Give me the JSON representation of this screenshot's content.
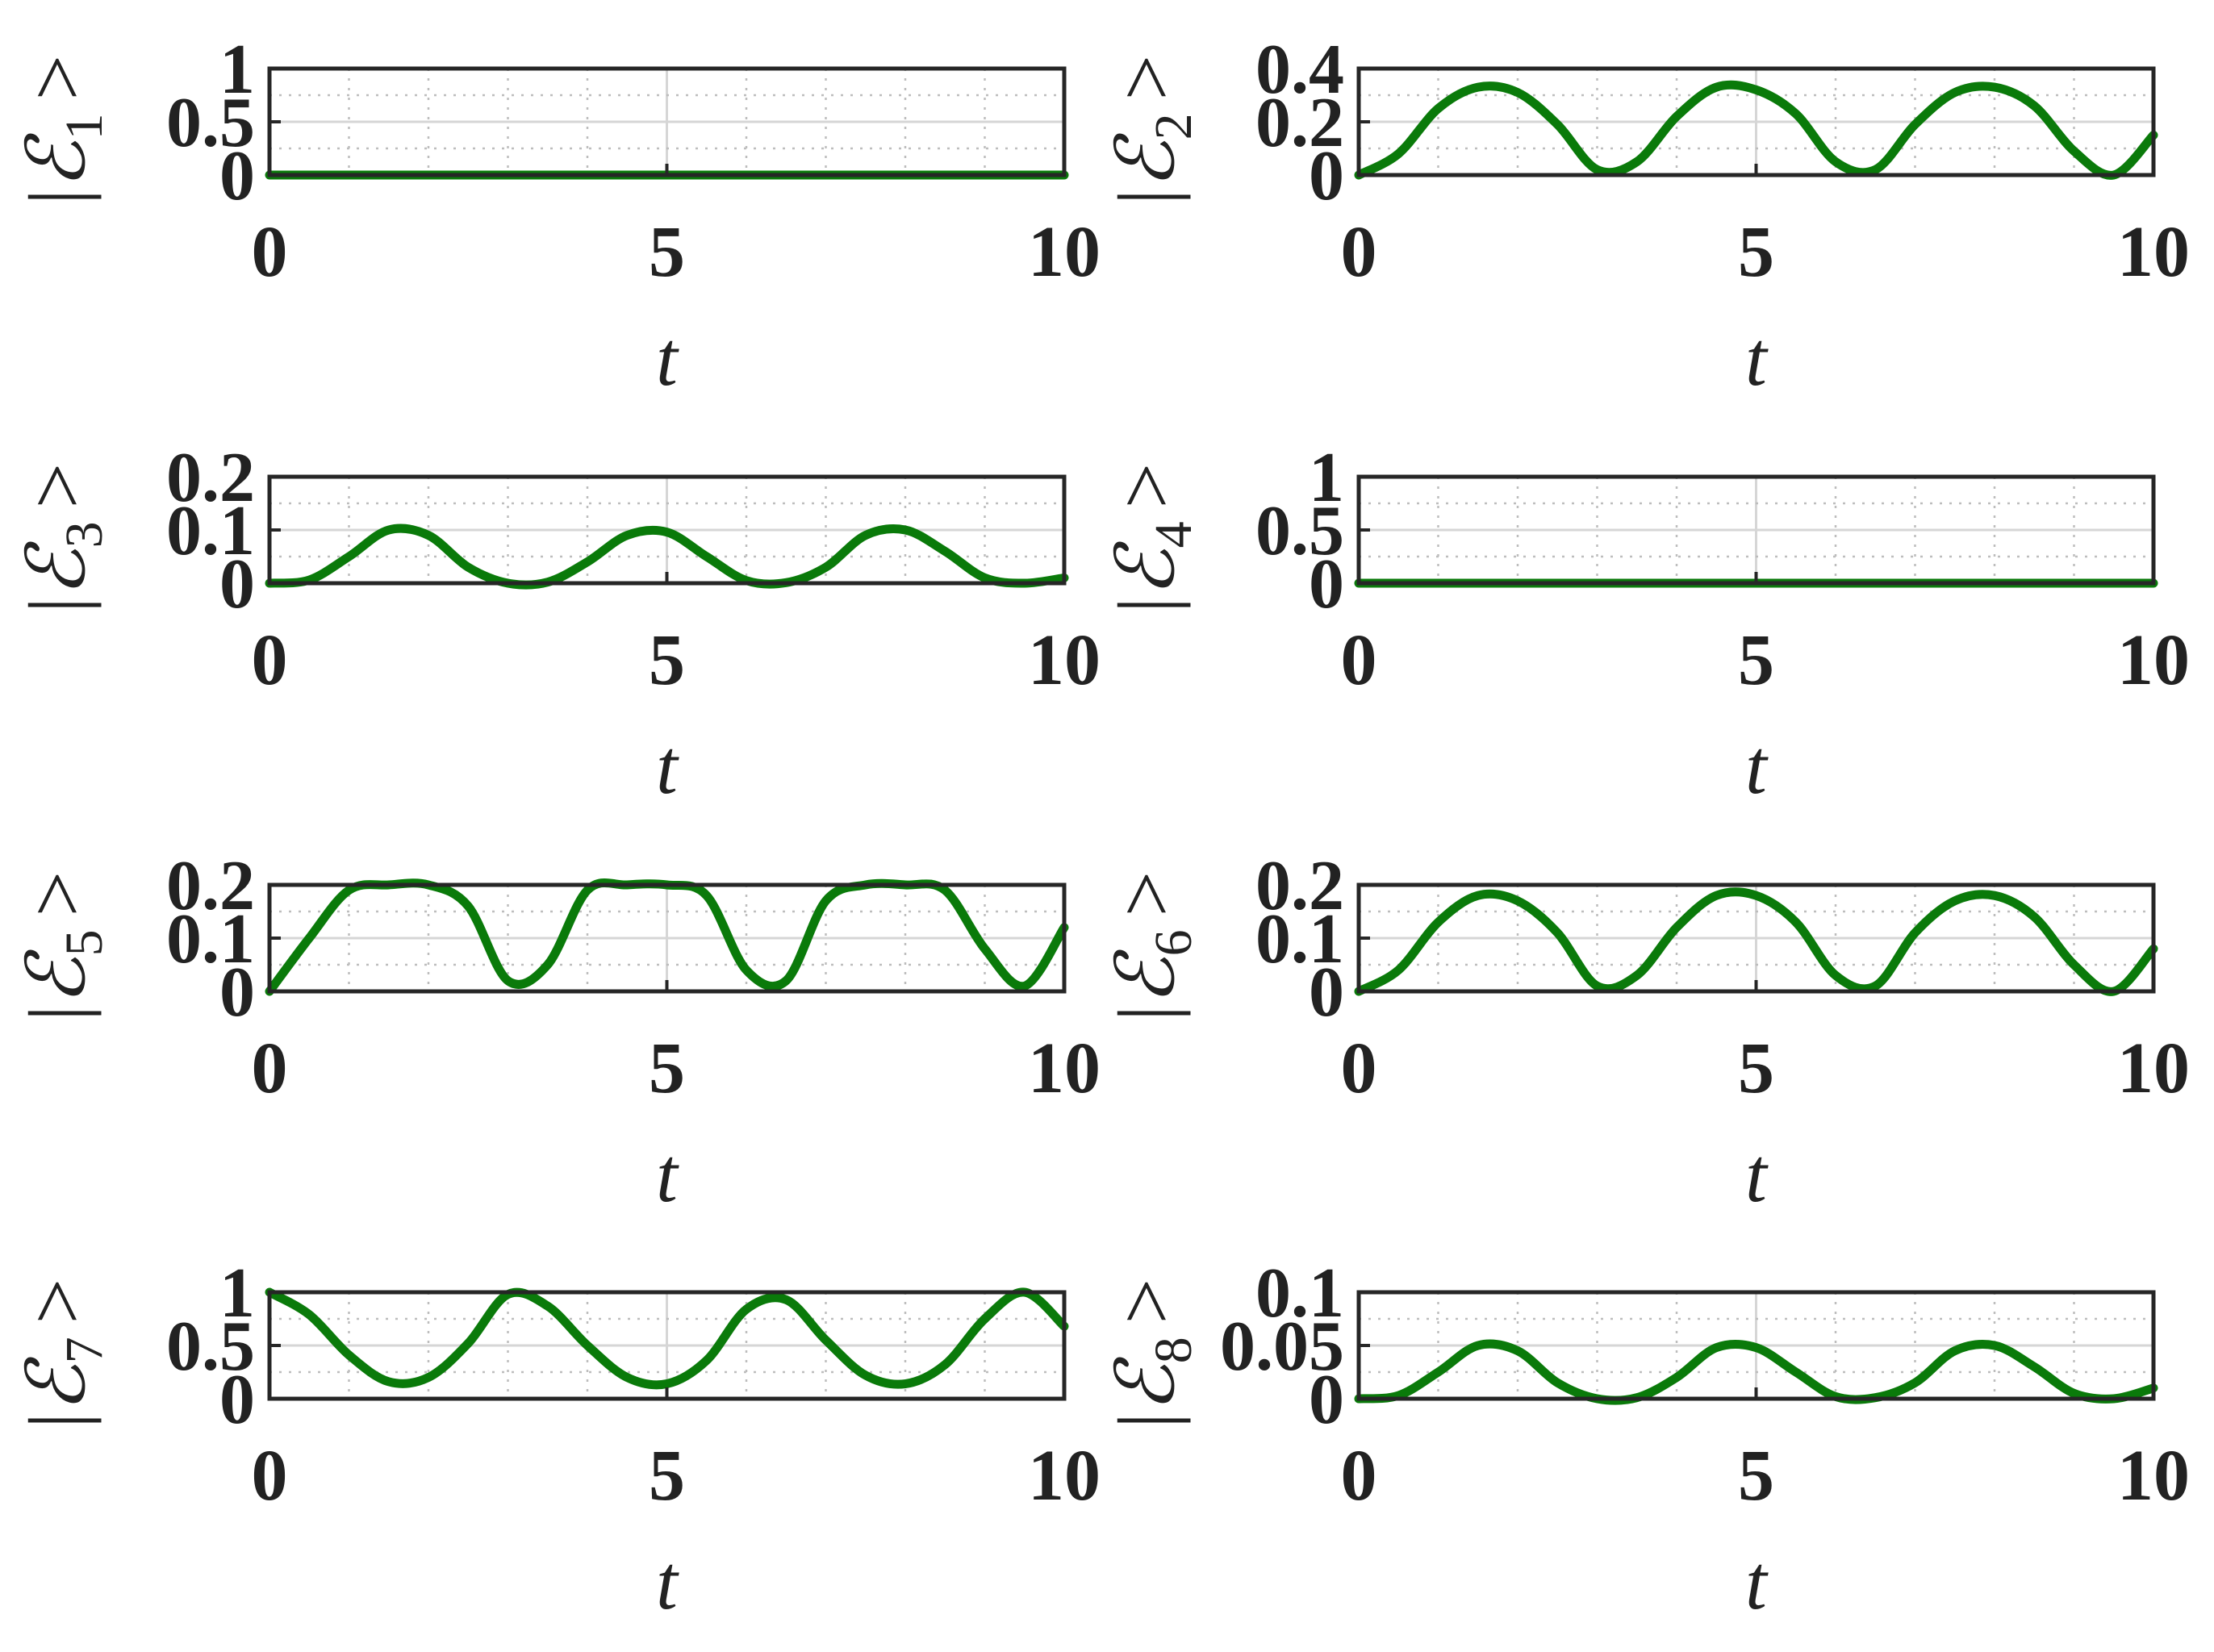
{
  "chart_data": [
    {
      "type": "line",
      "xlabel": "t",
      "ylabel": {
        "prefix": "|",
        "symbol": "ℰ",
        "sub": "1",
        "suffix": ">"
      },
      "xlim": [
        0,
        10
      ],
      "ylim": [
        0,
        1
      ],
      "yticks": [
        0,
        0.5,
        1
      ],
      "ytick_labels": [
        "0",
        "0.5",
        "1"
      ],
      "xticks": [
        0,
        5,
        10
      ],
      "xtick_labels": [
        "0",
        "5",
        "10"
      ],
      "color": "#0a7a0a",
      "grid": true,
      "series": [
        {
          "x": [
            0,
            1,
            2,
            3,
            4,
            5,
            6,
            7,
            8,
            9,
            10
          ],
          "y": [
            0,
            0,
            0,
            0,
            0,
            0,
            0,
            0,
            0,
            0,
            0
          ]
        }
      ]
    },
    {
      "type": "line",
      "xlabel": "t",
      "ylabel": {
        "prefix": "|",
        "symbol": "ℰ",
        "sub": "2",
        "suffix": ">"
      },
      "xlim": [
        0,
        10
      ],
      "ylim": [
        0,
        0.4
      ],
      "yticks": [
        0,
        0.2,
        0.4
      ],
      "ytick_labels": [
        "0",
        "0.2",
        "0.4"
      ],
      "xticks": [
        0,
        5,
        10
      ],
      "xtick_labels": [
        "0",
        "5",
        "10"
      ],
      "color": "#0a7a0a",
      "grid": true,
      "series": [
        {
          "x": [
            0,
            0.5,
            1,
            1.5,
            2,
            2.5,
            3,
            3.5,
            4,
            4.5,
            5,
            5.5,
            6,
            6.5,
            7,
            7.5,
            8,
            8.5,
            9,
            9.5,
            10
          ],
          "y": [
            0,
            0.08,
            0.25,
            0.33,
            0.31,
            0.19,
            0.02,
            0.05,
            0.22,
            0.33,
            0.32,
            0.23,
            0.05,
            0.02,
            0.19,
            0.31,
            0.33,
            0.26,
            0.09,
            0.0,
            0.15
          ]
        }
      ]
    },
    {
      "type": "line",
      "xlabel": "t",
      "ylabel": {
        "prefix": "|",
        "symbol": "ℰ",
        "sub": "3",
        "suffix": ">"
      },
      "xlim": [
        0,
        10
      ],
      "ylim": [
        0,
        0.2
      ],
      "yticks": [
        0,
        0.1,
        0.2
      ],
      "ytick_labels": [
        "0",
        "0.1",
        "0.2"
      ],
      "xticks": [
        0,
        5,
        10
      ],
      "xtick_labels": [
        "0",
        "5",
        "10"
      ],
      "color": "#0a7a0a",
      "grid": true,
      "series": [
        {
          "x": [
            0,
            0.5,
            1,
            1.5,
            2,
            2.5,
            3,
            3.5,
            4,
            4.5,
            5,
            5.5,
            6,
            6.5,
            7,
            7.5,
            8,
            8.5,
            9,
            9.5,
            10
          ],
          "y": [
            0,
            0.006,
            0.05,
            0.1,
            0.09,
            0.03,
            0,
            0.002,
            0.04,
            0.09,
            0.096,
            0.05,
            0.005,
            0.001,
            0.03,
            0.09,
            0.1,
            0.06,
            0.01,
            0,
            0.01
          ]
        }
      ]
    },
    {
      "type": "line",
      "xlabel": "t",
      "ylabel": {
        "prefix": "|",
        "symbol": "ℰ",
        "sub": "4",
        "suffix": ">"
      },
      "xlim": [
        0,
        10
      ],
      "ylim": [
        0,
        1
      ],
      "yticks": [
        0,
        0.5,
        1
      ],
      "ytick_labels": [
        "0",
        "0.5",
        "1"
      ],
      "xticks": [
        0,
        5,
        10
      ],
      "xtick_labels": [
        "0",
        "5",
        "10"
      ],
      "color": "#0a7a0a",
      "grid": true,
      "series": [
        {
          "x": [
            0,
            1,
            2,
            3,
            4,
            5,
            6,
            7,
            8,
            9,
            10
          ],
          "y": [
            0,
            0,
            0,
            0,
            0,
            0,
            0,
            0,
            0,
            0,
            0
          ]
        }
      ]
    },
    {
      "type": "line",
      "xlabel": "t",
      "ylabel": {
        "prefix": "|",
        "symbol": "ℰ",
        "sub": "5",
        "suffix": ">"
      },
      "xlim": [
        0,
        10
      ],
      "ylim": [
        0,
        0.2
      ],
      "yticks": [
        0,
        0.1,
        0.2
      ],
      "ytick_labels": [
        "0",
        "0.1",
        "0.2"
      ],
      "xticks": [
        0,
        5,
        10
      ],
      "xtick_labels": [
        "0",
        "5",
        "10"
      ],
      "color": "#0a7a0a",
      "grid": true,
      "series": [
        {
          "x": [
            0,
            0.5,
            1,
            1.5,
            2,
            2.5,
            3,
            3.5,
            4,
            4.5,
            5,
            5.5,
            6,
            6.5,
            7,
            7.5,
            8,
            8.5,
            9,
            9.5,
            10
          ],
          "y": [
            0,
            0.1,
            0.19,
            0.2,
            0.2,
            0.16,
            0.02,
            0.05,
            0.19,
            0.2,
            0.2,
            0.18,
            0.04,
            0.02,
            0.17,
            0.2,
            0.2,
            0.19,
            0.08,
            0.01,
            0.12
          ]
        }
      ]
    },
    {
      "type": "line",
      "xlabel": "t",
      "ylabel": {
        "prefix": "|",
        "symbol": "ℰ",
        "sub": "6",
        "suffix": ">"
      },
      "xlim": [
        0,
        10
      ],
      "ylim": [
        0,
        0.2
      ],
      "yticks": [
        0,
        0.1,
        0.2
      ],
      "ytick_labels": [
        "0",
        "0.1",
        "0.2"
      ],
      "xticks": [
        0,
        5,
        10
      ],
      "xtick_labels": [
        "0",
        "5",
        "10"
      ],
      "color": "#0a7a0a",
      "grid": true,
      "series": [
        {
          "x": [
            0,
            0.5,
            1,
            1.5,
            2,
            2.5,
            3,
            3.5,
            4,
            4.5,
            5,
            5.5,
            6,
            6.5,
            7,
            7.5,
            8,
            8.5,
            9,
            9.5,
            10
          ],
          "y": [
            0,
            0.04,
            0.13,
            0.18,
            0.17,
            0.11,
            0.01,
            0.03,
            0.12,
            0.18,
            0.18,
            0.13,
            0.03,
            0.01,
            0.11,
            0.17,
            0.18,
            0.14,
            0.05,
            0,
            0.08
          ]
        }
      ]
    },
    {
      "type": "line",
      "xlabel": "t",
      "ylabel": {
        "prefix": "|",
        "symbol": "ℰ",
        "sub": "7",
        "suffix": ">"
      },
      "xlim": [
        0,
        10
      ],
      "ylim": [
        0,
        1
      ],
      "yticks": [
        0,
        0.5,
        1
      ],
      "ytick_labels": [
        "0",
        "0.5",
        "1"
      ],
      "xticks": [
        0,
        5,
        10
      ],
      "xtick_labels": [
        "0",
        "5",
        "10"
      ],
      "color": "#0a7a0a",
      "grid": true,
      "series": [
        {
          "x": [
            0,
            0.5,
            1,
            1.5,
            2,
            2.5,
            3,
            3.5,
            4,
            4.5,
            5,
            5.5,
            6,
            6.5,
            7,
            7.5,
            8,
            8.5,
            9,
            9.5,
            10
          ],
          "y": [
            1,
            0.79,
            0.41,
            0.16,
            0.2,
            0.52,
            0.98,
            0.87,
            0.5,
            0.2,
            0.14,
            0.36,
            0.84,
            0.93,
            0.55,
            0.22,
            0.14,
            0.32,
            0.75,
            1,
            0.68
          ]
        }
      ]
    },
    {
      "type": "line",
      "xlabel": "t",
      "ylabel": {
        "prefix": "|",
        "symbol": "ℰ",
        "sub": "8",
        "suffix": ">"
      },
      "xlim": [
        0,
        10
      ],
      "ylim": [
        0,
        0.1
      ],
      "yticks": [
        0,
        0.05,
        0.1
      ],
      "ytick_labels": [
        "0",
        "0.05",
        "0.1"
      ],
      "xticks": [
        0,
        5,
        10
      ],
      "xtick_labels": [
        "0",
        "5",
        "10"
      ],
      "color": "#0a7a0a",
      "grid": true,
      "series": [
        {
          "x": [
            0,
            0.5,
            1,
            1.5,
            2,
            2.5,
            3,
            3.5,
            4,
            4.5,
            5,
            5.5,
            6,
            6.5,
            7,
            7.5,
            8,
            8.5,
            9,
            9.5,
            10
          ],
          "y": [
            0,
            0.003,
            0.025,
            0.05,
            0.045,
            0.015,
            0,
            0.001,
            0.02,
            0.048,
            0.048,
            0.025,
            0.002,
            0.001,
            0.015,
            0.045,
            0.05,
            0.03,
            0.005,
            0,
            0.01
          ]
        }
      ]
    }
  ]
}
